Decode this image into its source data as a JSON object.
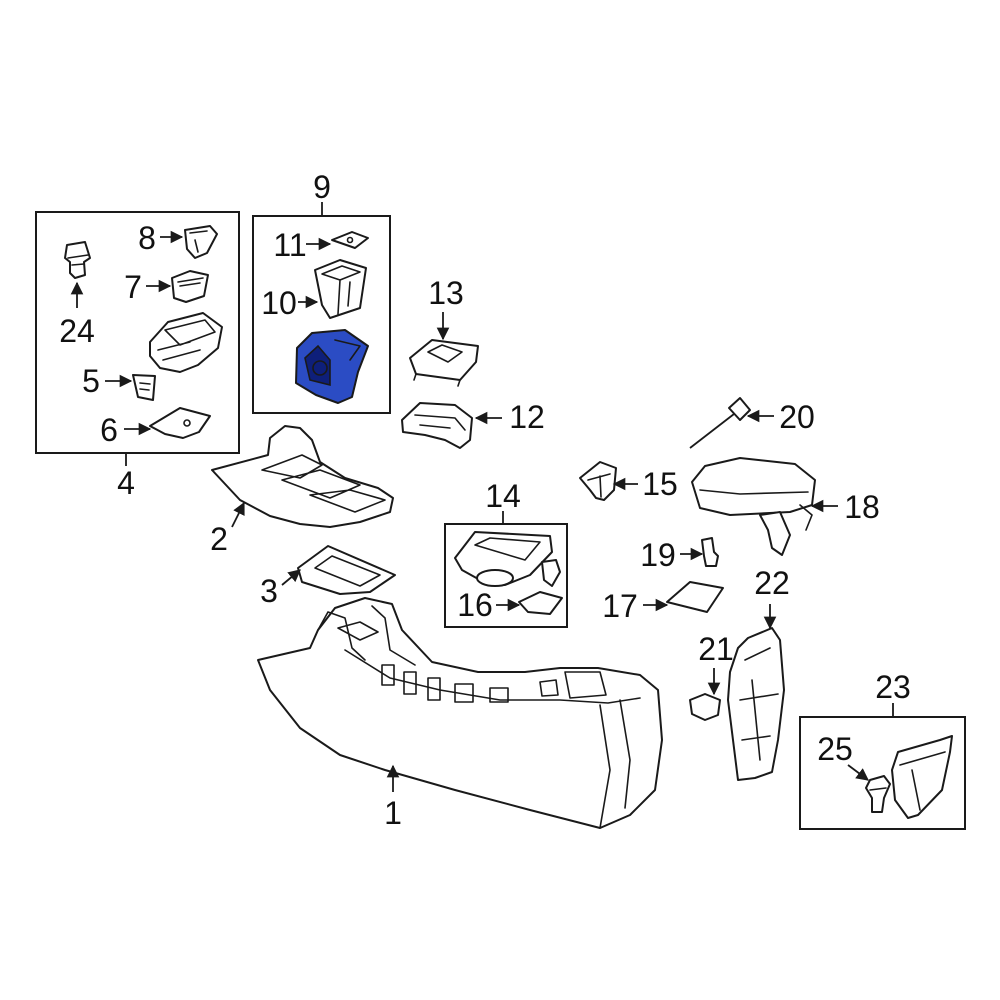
{
  "colors": {
    "line": "#1a1a1a",
    "highlight": "#2b4cc4",
    "highlight_shadow": "#0e1f7a",
    "background": "#ffffff"
  },
  "callouts": {
    "c1": "1",
    "c2": "2",
    "c3": "3",
    "c4": "4",
    "c5": "5",
    "c6": "6",
    "c7": "7",
    "c8": "8",
    "c9": "9",
    "c10": "10",
    "c11": "11",
    "c12": "12",
    "c13": "13",
    "c14": "14",
    "c15": "15",
    "c16": "16",
    "c17": "17",
    "c18": "18",
    "c19": "19",
    "c20": "20",
    "c21": "21",
    "c22": "22",
    "c23": "23",
    "c24": "24",
    "c25": "25"
  },
  "highlighted_part": "10"
}
